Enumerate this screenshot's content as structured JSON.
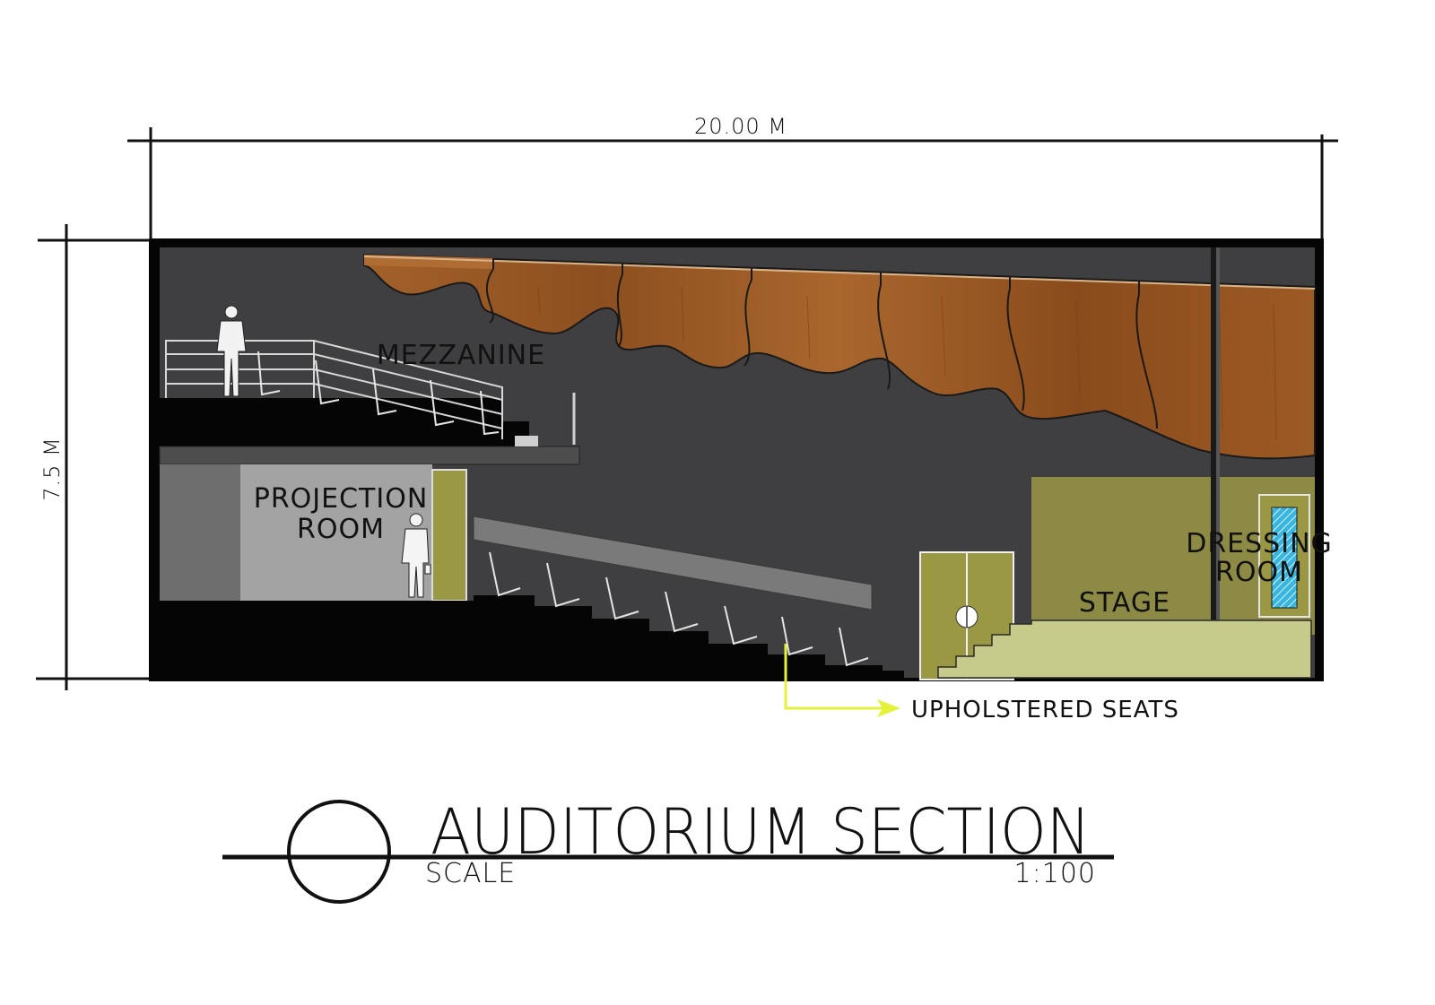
{
  "drawing": {
    "title": "AUDITORIUM SECTION",
    "scale_label": "SCALE",
    "scale_value": "1:100",
    "dimensions": {
      "width": "20.00 M",
      "height": "7.5 M"
    },
    "labels": {
      "mezzanine": "MEZZANINE",
      "projection_line1": "PROJECTION",
      "projection_line2": "ROOM",
      "stage": "STAGE",
      "dressing_line1": "DRESSING",
      "dressing_line2": "ROOM",
      "callout": "UPHOLSTERED SEATS"
    }
  },
  "colors": {
    "wall": "#3f3e40",
    "floor": "#050505",
    "wood": "#9a5a26",
    "stage_wall": "#8c8a45",
    "stage_platform": "#c6cb8c",
    "door": "#9a9842",
    "projection_room": "#a3a3a3",
    "callout_arrow": "#e4f23a",
    "glass": "#38b6e0"
  }
}
